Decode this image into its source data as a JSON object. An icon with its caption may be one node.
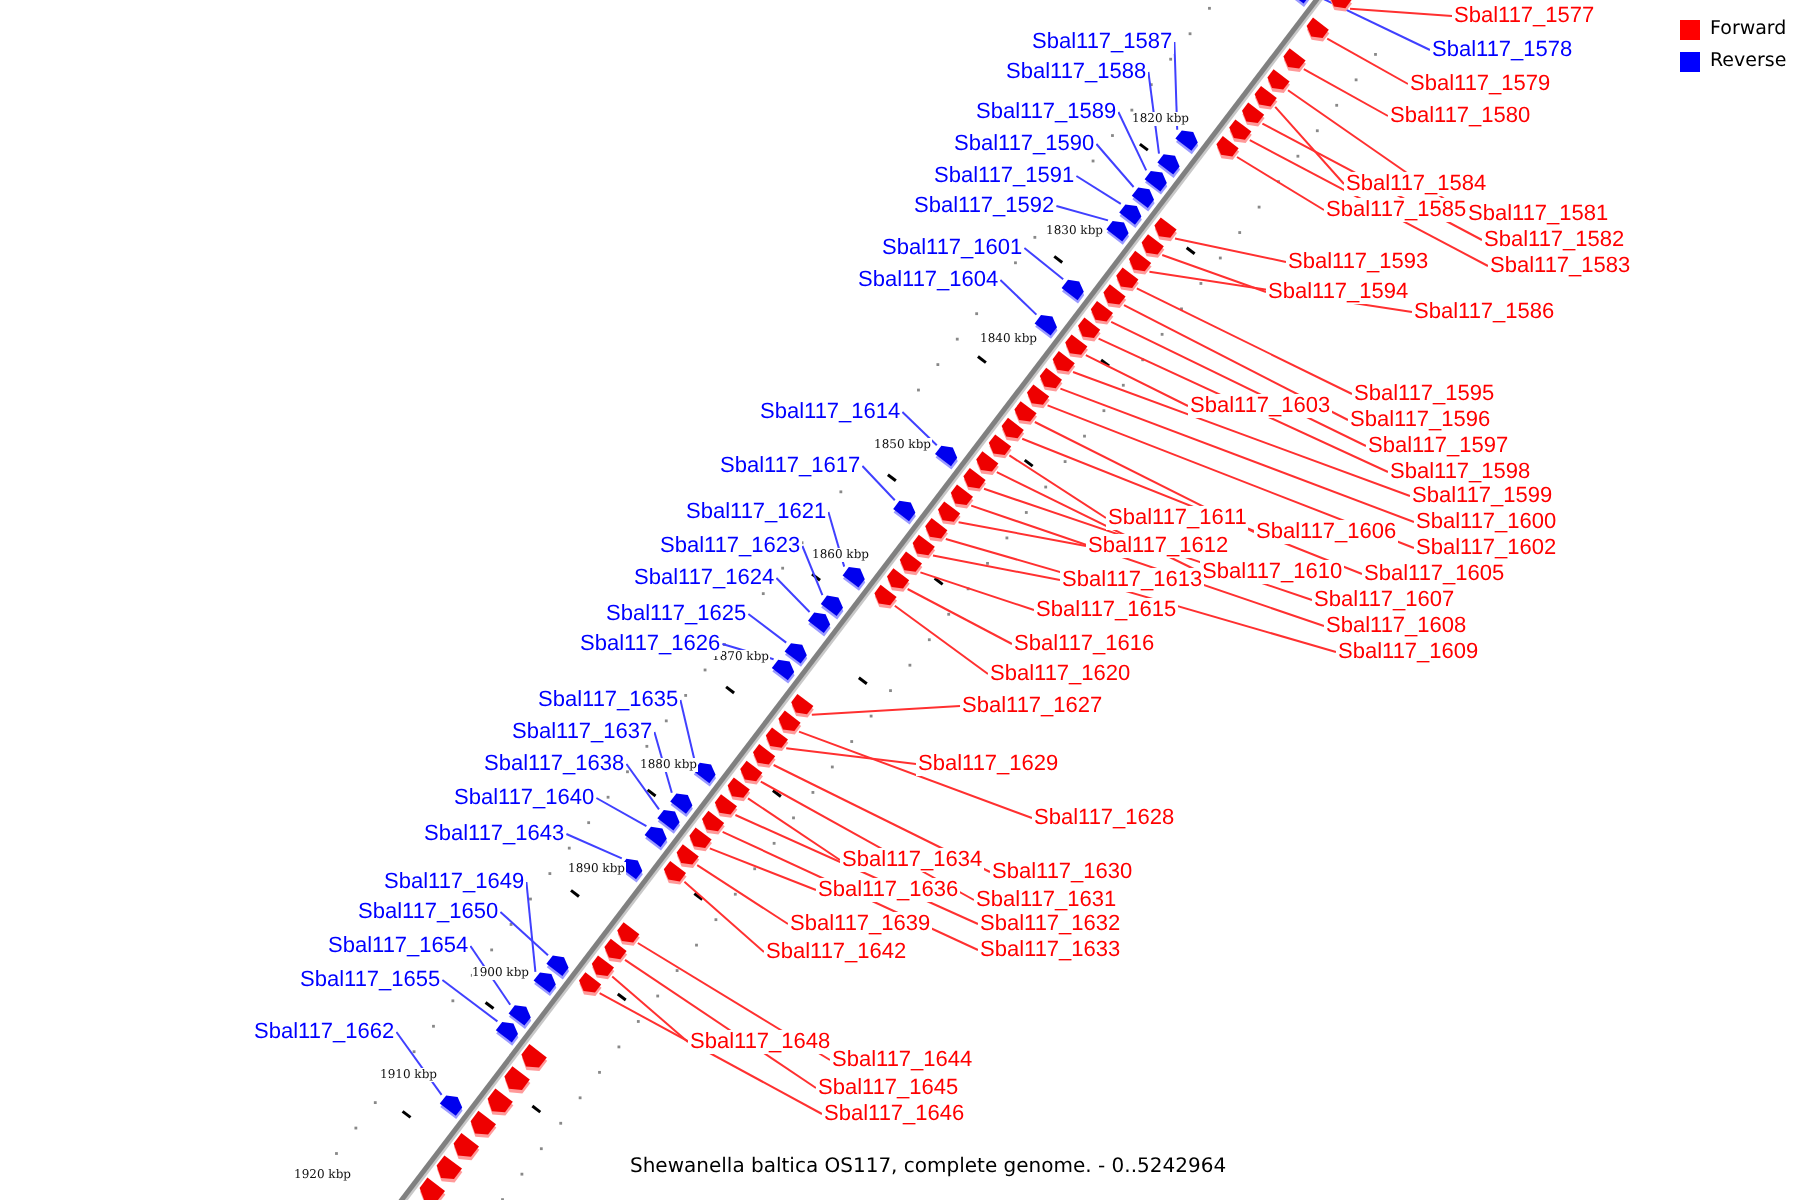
{
  "diagram": {
    "caption": "Shewanella baltica OS117, complete genome. - 0..5242964",
    "nodes": [
      {
        "text": [
          "Sbal117_1577"
        ]
      },
      {
        "text": [
          "Sbal117_1578"
        ]
      },
      {
        "text": [
          "Sbal117_1587"
        ]
      },
      {
        "text": [
          "Sbal117_1579"
        ]
      },
      {
        "text": [
          "Sbal117_1588"
        ]
      },
      {
        "text": [
          "Sbal117_1589"
        ]
      },
      {
        "text": [
          "Sbal117_1580"
        ]
      },
      {
        "text": [
          "Sbal117_1590"
        ]
      },
      {
        "text": [
          "Sbal117_1591"
        ]
      },
      {
        "text": [
          "Sbal117_1584"
        ]
      },
      {
        "text": [
          "Sbal117_1592"
        ]
      },
      {
        "text": [
          "Sbal117_1585"
        ]
      },
      {
        "text": [
          "Sbal117_1581"
        ]
      },
      {
        "text": [
          "Sbal117_1582"
        ]
      },
      {
        "text": [
          "Sbal117_1601"
        ]
      },
      {
        "text": [
          "Sbal117_1593"
        ]
      },
      {
        "text": [
          "Sbal117_1583"
        ]
      },
      {
        "text": [
          "Sbal117_1604"
        ]
      },
      {
        "text": [
          "Sbal117_1594"
        ]
      },
      {
        "text": [
          "Sbal117_1586"
        ]
      },
      {
        "text": [
          "Sbal117_1595"
        ]
      },
      {
        "text": [
          "Sbal117_1603"
        ]
      },
      {
        "text": [
          "Sbal117_1614"
        ]
      },
      {
        "text": [
          "Sbal117_1596"
        ]
      },
      {
        "text": [
          "Sbal117_1597"
        ]
      },
      {
        "text": [
          "Sbal117_1617"
        ]
      },
      {
        "text": [
          "Sbal117_1598"
        ]
      },
      {
        "text": [
          "Sbal117_1599"
        ]
      },
      {
        "text": [
          "Sbal117_1621"
        ]
      },
      {
        "text": [
          "Sbal117_1611"
        ]
      },
      {
        "text": [
          "Sbal117_1600"
        ]
      },
      {
        "text": [
          "Sbal117_1606"
        ]
      },
      {
        "text": [
          "Sbal117_1623"
        ]
      },
      {
        "text": [
          "Sbal117_1612"
        ]
      },
      {
        "text": [
          "Sbal117_1602"
        ]
      },
      {
        "text": [
          "Sbal117_1610"
        ]
      },
      {
        "text": [
          "Sbal117_1605"
        ]
      },
      {
        "text": [
          "Sbal117_1624"
        ]
      },
      {
        "text": [
          "Sbal117_1613"
        ]
      },
      {
        "text": [
          "Sbal117_1607"
        ]
      },
      {
        "text": [
          "Sbal117_1615"
        ]
      },
      {
        "text": [
          "Sbal117_1625"
        ]
      },
      {
        "text": [
          "Sbal117_1608"
        ]
      },
      {
        "text": [
          "Sbal117_1616"
        ]
      },
      {
        "text": [
          "Sbal117_1626"
        ]
      },
      {
        "text": [
          "Sbal117_1609"
        ]
      },
      {
        "text": [
          "Sbal117_1620"
        ]
      },
      {
        "text": [
          "Sbal117_1635"
        ]
      },
      {
        "text": [
          "Sbal117_1627"
        ]
      },
      {
        "text": [
          "Sbal117_1637"
        ]
      },
      {
        "text": [
          "Sbal117_1629"
        ]
      },
      {
        "text": [
          "Sbal117_1638"
        ]
      },
      {
        "text": [
          "Sbal117_1640"
        ]
      },
      {
        "text": [
          "Sbal117_1628"
        ]
      },
      {
        "text": [
          "Sbal117_1643"
        ]
      },
      {
        "text": [
          "Sbal117_1634"
        ]
      },
      {
        "text": [
          "Sbal117_1630"
        ]
      },
      {
        "text": [
          "Sbal117_1649"
        ]
      },
      {
        "text": [
          "Sbal117_1636"
        ]
      },
      {
        "text": [
          "Sbal117_1631"
        ]
      },
      {
        "text": [
          "Sbal117_1650"
        ]
      },
      {
        "text": [
          "Sbal117_1632"
        ]
      },
      {
        "text": [
          "Sbal117_1639"
        ]
      },
      {
        "text": [
          "Sbal117_1654"
        ]
      },
      {
        "text": [
          "Sbal117_1633"
        ]
      },
      {
        "text": [
          "Sbal117_1642"
        ]
      },
      {
        "text": [
          "Sbal117_1655"
        ]
      },
      {
        "text": [
          "Sbal117_1662"
        ]
      },
      {
        "text": [
          "Sbal117_1648"
        ]
      },
      {
        "text": [
          "Sbal117_1644"
        ]
      },
      {
        "text": [
          "Sbal117_1645"
        ]
      },
      {
        "text": [
          "Sbal117_1646"
        ]
      },
      {
        "text": [],
        "shape": "pentagon"
      },
      {
        "text": [],
        "shape": "pentagon"
      },
      {
        "text": [],
        "shape": "pentagon"
      },
      {
        "text": [],
        "shape": "pentagon"
      },
      {
        "text": [],
        "shape": "pentagon"
      },
      {
        "text": [],
        "shape": "pentagon"
      },
      {
        "text": [],
        "shape": "pentagon"
      },
      {
        "text": [],
        "shape": "pentagon"
      },
      {
        "text": [],
        "shape": "pentagon"
      },
      {
        "text": [],
        "shape": "pentagon"
      },
      {
        "text": [],
        "shape": "pentagon"
      },
      {
        "text": [],
        "shape": "pentagon"
      },
      {
        "text": [],
        "shape": "pentagon"
      },
      {
        "text": [],
        "shape": "pentagon"
      },
      {
        "text": [],
        "shape": "pentagon"
      },
      {
        "text": [],
        "shape": "pentagon"
      },
      {
        "text": [],
        "shape": "pentagon"
      },
      {
        "text": [],
        "shape": "pentagon"
      },
      {
        "text": [],
        "shape": "pentagon"
      },
      {
        "text": [],
        "shape": "pentagon"
      },
      {
        "text": [],
        "shape": "pentagon"
      },
      {
        "text": [],
        "shape": "pentagon"
      },
      {
        "text": [],
        "shape": "pentagon"
      },
      {
        "text": [],
        "shape": "pentagon"
      },
      {
        "text": [],
        "shape": "pentagon"
      },
      {
        "text": [],
        "shape": "pentagon"
      },
      {
        "text": [],
        "shape": "pentagon"
      },
      {
        "text": [],
        "shape": "pentagon"
      },
      {
        "text": [],
        "shape": "pentagon"
      },
      {
        "text": [],
        "shape": "pentagon"
      },
      {
        "text": [],
        "shape": "pentagon"
      },
      {
        "text": [],
        "shape": "pentagon"
      },
      {
        "text": [],
        "shape": "pentagon"
      },
      {
        "text": [],
        "shape": "pentagon"
      },
      {
        "text": [],
        "shape": "pentagon"
      },
      {
        "text": [],
        "shape": "pentagon"
      },
      {
        "text": [],
        "shape": "pentagon"
      },
      {
        "text": [],
        "shape": "pentagon"
      },
      {
        "text": [],
        "shape": "pentagon"
      },
      {
        "text": [],
        "shape": "pentagon"
      },
      {
        "text": [],
        "shape": "pentagon"
      },
      {
        "text": [],
        "shape": "pentagon"
      },
      {
        "text": [],
        "shape": "pentagon"
      },
      {
        "text": [],
        "shape": "pentagon"
      },
      {
        "text": [],
        "shape": "pentagon"
      },
      {
        "text": [],
        "shape": "pentagon"
      },
      {
        "text": [],
        "shape": "pentagon"
      },
      {
        "text": [],
        "shape": "pentagon"
      },
      {
        "text": [],
        "shape": "pentagon"
      },
      {
        "text": [],
        "shape": "pentagon"
      },
      {
        "text": [],
        "shape": "pentagon"
      },
      {
        "text": [],
        "shape": "pentagon"
      },
      {
        "text": [],
        "shape": "pentagon"
      },
      {
        "text": [],
        "shape": "pentagon"
      },
      {
        "text": [],
        "shape": "pentagon"
      },
      {
        "text": [],
        "shape": "pentagon"
      },
      {
        "text": [],
        "shape": "pentagon"
      },
      {
        "text": [],
        "shape": "pentagon"
      },
      {
        "text": [],
        "shape": "pentagon"
      },
      {
        "text": [],
        "shape": "pentagon"
      },
      {
        "text": [],
        "shape": "pentagon"
      },
      {
        "text": [],
        "shape": "pentagon"
      },
      {
        "text": [],
        "shape": "pentagon"
      },
      {
        "text": [],
        "shape": "pentagon"
      },
      {
        "text": [],
        "shape": "pentagon"
      },
      {
        "text": [],
        "shape": "pentagon"
      },
      {
        "text": [],
        "shape": "pentagon"
      },
      {
        "text": [],
        "shape": "pentagon"
      },
      {
        "text": [],
        "shape": "pentagon"
      },
      {
        "text": [],
        "shape": "pentagon"
      },
      {
        "text": [],
        "shape": "pentagon"
      },
      {
        "text": [],
        "shape": "pentagon"
      },
      {
        "text": [],
        "shape": "pentagon"
      },
      {
        "text": [],
        "shape": "pentagon"
      },
      {
        "text": [],
        "shape": "pentagon"
      },
      {
        "text": [],
        "shape": "pentagon"
      },
      {
        "text": [],
        "shape": "pentagon"
      },
      {
        "text": [],
        "shape": "pentagon"
      },
      {
        "text": [],
        "shape": "pentagon"
      }
    ],
    "edges": [
      {
        "from": 0,
        "to": 72,
        "arrow": "none"
      },
      {
        "from": 1,
        "to": 73,
        "arrow": "none",
        "color": "#4040ff"
      },
      {
        "from": 2,
        "to": 74,
        "arrow": "none",
        "color": "#4040ff"
      },
      {
        "from": 3,
        "to": 75,
        "arrow": "none"
      },
      {
        "from": 4,
        "to": 76,
        "arrow": "none",
        "color": "#4040ff"
      },
      {
        "from": 5,
        "to": 77,
        "arrow": "none",
        "color": "#4040ff"
      },
      {
        "from": 6,
        "to": 78,
        "arrow": "none"
      },
      {
        "from": 7,
        "to": 79,
        "arrow": "none",
        "color": "#4040ff"
      },
      {
        "from": 8,
        "to": 80,
        "arrow": "none",
        "color": "#4040ff"
      },
      {
        "from": 9,
        "to": 81,
        "arrow": "none"
      },
      {
        "from": 10,
        "to": 82,
        "arrow": "none",
        "color": "#4040ff"
      },
      {
        "from": 11,
        "to": 83,
        "arrow": "none"
      },
      {
        "from": 12,
        "to": 84,
        "arrow": "none"
      },
      {
        "from": 13,
        "to": 85,
        "arrow": "none"
      },
      {
        "from": 14,
        "to": 86,
        "arrow": "none",
        "color": "#4040ff"
      },
      {
        "from": 15,
        "to": 87,
        "arrow": "none"
      },
      {
        "from": 16,
        "to": 88,
        "arrow": "none"
      },
      {
        "from": 17,
        "to": 89,
        "arrow": "none",
        "color": "#4040ff"
      },
      {
        "from": 18,
        "to": 90,
        "arrow": "none"
      },
      {
        "from": 19,
        "to": 91,
        "arrow": "none"
      },
      {
        "from": 20,
        "to": 92,
        "arrow": "none"
      },
      {
        "from": 21,
        "to": 93,
        "arrow": "none"
      },
      {
        "from": 22,
        "to": 94,
        "arrow": "none",
        "color": "#4040ff"
      },
      {
        "from": 23,
        "to": 95,
        "arrow": "none"
      },
      {
        "from": 24,
        "to": 96,
        "arrow": "none"
      },
      {
        "from": 25,
        "to": 97,
        "arrow": "none",
        "color": "#4040ff"
      },
      {
        "from": 26,
        "to": 98,
        "arrow": "none"
      },
      {
        "from": 27,
        "to": 99,
        "arrow": "none"
      },
      {
        "from": 28,
        "to": 100,
        "arrow": "none",
        "color": "#4040ff"
      },
      {
        "from": 29,
        "to": 101,
        "arrow": "none"
      },
      {
        "from": 30,
        "to": 102,
        "arrow": "none"
      },
      {
        "from": 31,
        "to": 103,
        "arrow": "none"
      },
      {
        "from": 32,
        "to": 104,
        "arrow": "none",
        "color": "#4040ff"
      },
      {
        "from": 33,
        "to": 105,
        "arrow": "none"
      },
      {
        "from": 34,
        "to": 106,
        "arrow": "none"
      },
      {
        "from": 35,
        "to": 107,
        "arrow": "none"
      },
      {
        "from": 36,
        "to": 108,
        "arrow": "none"
      },
      {
        "from": 37,
        "to": 109,
        "arrow": "none",
        "color": "#4040ff"
      },
      {
        "from": 38,
        "to": 110,
        "arrow": "none"
      },
      {
        "from": 39,
        "to": 111,
        "arrow": "none"
      },
      {
        "from": 40,
        "to": 112,
        "arrow": "none"
      },
      {
        "from": 41,
        "to": 113,
        "arrow": "none",
        "color": "#4040ff"
      },
      {
        "from": 42,
        "to": 114,
        "arrow": "none"
      },
      {
        "from": 43,
        "to": 115,
        "arrow": "none"
      },
      {
        "from": 44,
        "to": 116,
        "arrow": "none",
        "color": "#4040ff"
      },
      {
        "from": 45,
        "to": 117,
        "arrow": "none"
      },
      {
        "from": 46,
        "to": 118,
        "arrow": "none"
      },
      {
        "from": 47,
        "to": 119,
        "arrow": "none",
        "color": "#4040ff"
      },
      {
        "from": 48,
        "to": 120,
        "arrow": "none"
      },
      {
        "from": 49,
        "to": 121,
        "arrow": "none",
        "color": "#4040ff"
      },
      {
        "from": 50,
        "to": 122,
        "arrow": "none"
      },
      {
        "from": 51,
        "to": 123,
        "arrow": "none",
        "color": "#4040ff"
      },
      {
        "from": 52,
        "to": 124,
        "arrow": "none",
        "color": "#4040ff"
      },
      {
        "from": 53,
        "to": 125,
        "arrow": "none"
      },
      {
        "from": 54,
        "to": 126,
        "arrow": "none",
        "color": "#4040ff"
      },
      {
        "from": 55,
        "to": 127,
        "arrow": "none"
      },
      {
        "from": 56,
        "to": 128,
        "arrow": "none"
      },
      {
        "from": 57,
        "to": 129,
        "arrow": "none",
        "color": "#4040ff"
      },
      {
        "from": 58,
        "to": 130,
        "arrow": "none"
      },
      {
        "from": 59,
        "to": 131,
        "arrow": "none"
      },
      {
        "from": 60,
        "to": 132,
        "arrow": "none",
        "color": "#4040ff"
      },
      {
        "from": 61,
        "to": 133,
        "arrow": "none"
      },
      {
        "from": 62,
        "to": 134,
        "arrow": "none"
      },
      {
        "from": 63,
        "to": 135,
        "arrow": "none",
        "color": "#4040ff"
      },
      {
        "from": 64,
        "to": 136,
        "arrow": "none"
      },
      {
        "from": 65,
        "to": 137,
        "arrow": "none"
      },
      {
        "from": 66,
        "to": 138,
        "arrow": "none",
        "color": "#4040ff"
      },
      {
        "from": 67,
        "to": 139,
        "arrow": "none",
        "color": "#4040ff"
      },
      {
        "from": 68,
        "to": 140,
        "arrow": "none"
      },
      {
        "from": 69,
        "to": 141,
        "arrow": "none"
      },
      {
        "from": 70,
        "to": 142,
        "arrow": "none"
      },
      {
        "from": 71,
        "to": 143,
        "arrow": "none"
      }
    ],
    "labels": [
      "1820 kbp",
      "1830 kbp",
      "1840 kbp",
      "1850 kbp",
      "1860 kbp",
      "1870 kbp",
      "1880 kbp",
      "1890 kbp",
      "1900 kbp",
      "1910 kbp",
      "1920 kbp"
    ],
    "legend": [
      {
        "text": "Forward",
        "color": "#ff0000"
      },
      {
        "text": "Reverse",
        "color": "#0000ff"
      }
    ]
  }
}
